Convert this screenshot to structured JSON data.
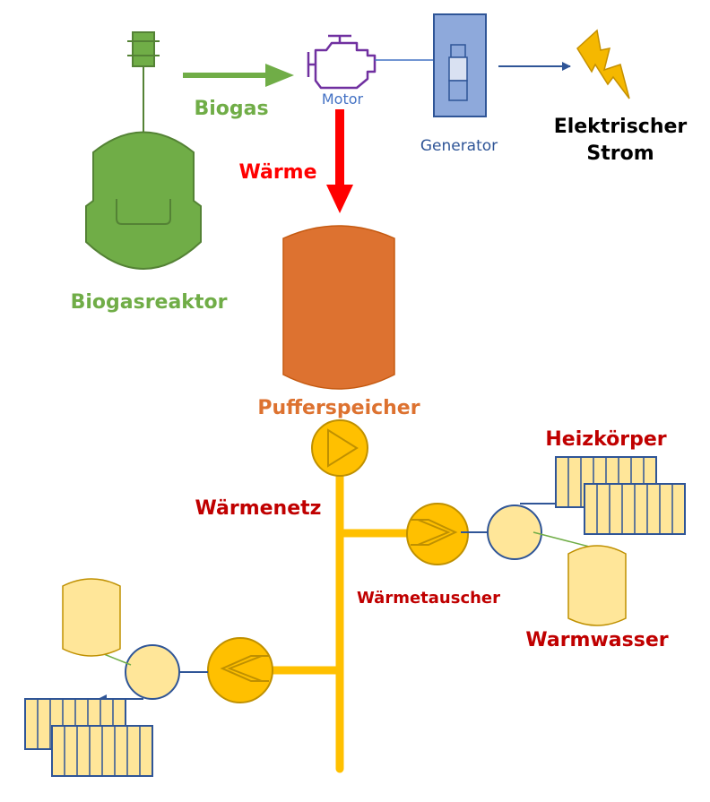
{
  "labels": {
    "biogas": "Biogas",
    "motor": "Motor",
    "generator": "Generator",
    "strom_line1": "Elektrischer",
    "strom_line2": "Strom",
    "waerme": "Wärme",
    "biogasreaktor": "Biogasreaktor",
    "pufferspeicher": "Pufferspeicher",
    "waermenetz": "Wärmenetz",
    "heizkoerper": "Heizkörper",
    "waermetauscher": "Wärmetauscher",
    "warmwasser": "Warmwasser"
  },
  "colors": {
    "green": "#70AD47",
    "green_dark": "#548235",
    "blue": "#4472C4",
    "blue_dark": "#2F5597",
    "purple": "#7030A0",
    "red_arrow": "#FF0000",
    "red_text": "#C00000",
    "orange_tank": "#DD7230",
    "orange_text": "#C55A11",
    "yellow": "#FFC000",
    "yellow_light": "#FFE699",
    "bolt": "#F5B800"
  },
  "icons": [
    "reactor-icon",
    "engine-icon",
    "generator-icon",
    "lightning-icon",
    "pump-icon",
    "heat-exchanger-icon",
    "radiator-icon",
    "water-tank-icon"
  ]
}
